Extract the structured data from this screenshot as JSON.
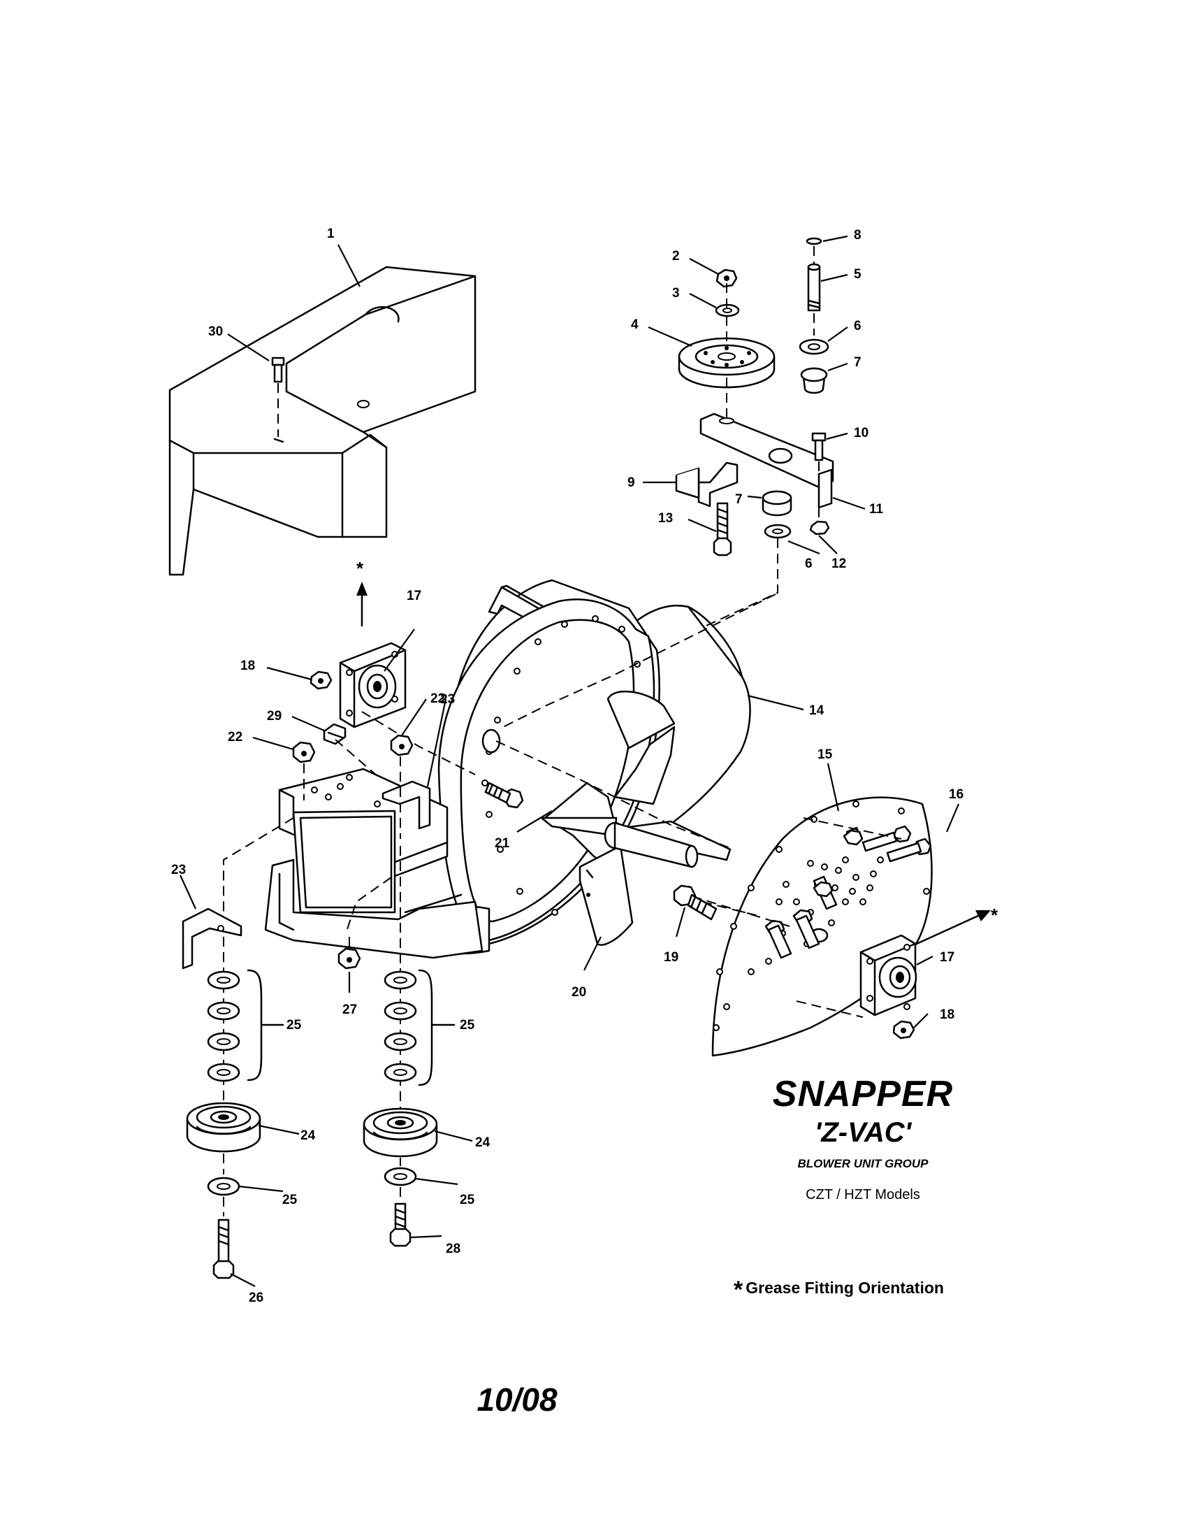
{
  "title": {
    "brand": "SNAPPER",
    "product": "'Z-VAC'",
    "group": "BLOWER UNIT GROUP",
    "models": "CZT / HZT Models"
  },
  "note": {
    "symbol": "*",
    "text": "Grease Fitting Orientation"
  },
  "date": "10/08",
  "callouts": [
    {
      "id": "c1",
      "text": "1"
    },
    {
      "id": "c2",
      "text": "2"
    },
    {
      "id": "c3",
      "text": "3"
    },
    {
      "id": "c4",
      "text": "4"
    },
    {
      "id": "c5",
      "text": "5"
    },
    {
      "id": "c6a",
      "text": "6"
    },
    {
      "id": "c6b",
      "text": "6"
    },
    {
      "id": "c7a",
      "text": "7"
    },
    {
      "id": "c7b",
      "text": "7"
    },
    {
      "id": "c8",
      "text": "8"
    },
    {
      "id": "c9",
      "text": "9"
    },
    {
      "id": "c10",
      "text": "10"
    },
    {
      "id": "c11",
      "text": "11"
    },
    {
      "id": "c12",
      "text": "12"
    },
    {
      "id": "c13",
      "text": "13"
    },
    {
      "id": "c14",
      "text": "14"
    },
    {
      "id": "c15",
      "text": "15"
    },
    {
      "id": "c16",
      "text": "16"
    },
    {
      "id": "c17a",
      "text": "17"
    },
    {
      "id": "c17b",
      "text": "17"
    },
    {
      "id": "c18a",
      "text": "18"
    },
    {
      "id": "c18b",
      "text": "18"
    },
    {
      "id": "c19",
      "text": "19"
    },
    {
      "id": "c20",
      "text": "20"
    },
    {
      "id": "c21",
      "text": "21"
    },
    {
      "id": "c22a",
      "text": "22"
    },
    {
      "id": "c22b",
      "text": "22"
    },
    {
      "id": "c23a",
      "text": "23"
    },
    {
      "id": "c23b",
      "text": "23"
    },
    {
      "id": "c24a",
      "text": "24"
    },
    {
      "id": "c24b",
      "text": "24"
    },
    {
      "id": "c25a",
      "text": "25"
    },
    {
      "id": "c25b",
      "text": "25"
    },
    {
      "id": "c25c",
      "text": "25"
    },
    {
      "id": "c25d",
      "text": "25"
    },
    {
      "id": "c26",
      "text": "26"
    },
    {
      "id": "c27",
      "text": "27"
    },
    {
      "id": "c28",
      "text": "28"
    },
    {
      "id": "c29",
      "text": "29"
    },
    {
      "id": "c30",
      "text": "30"
    }
  ],
  "grease_marks": [
    {
      "id": "g1",
      "text": "*"
    },
    {
      "id": "g2",
      "text": "*"
    }
  ]
}
